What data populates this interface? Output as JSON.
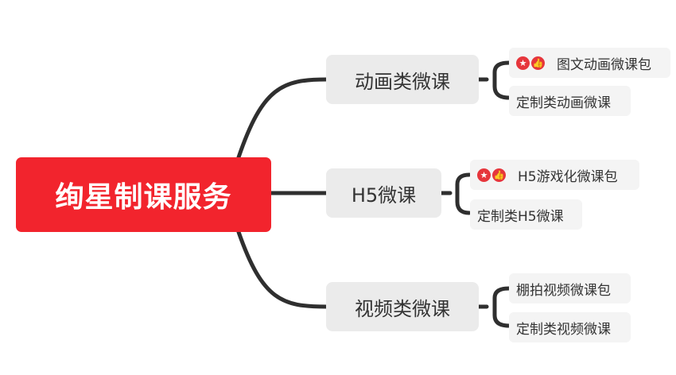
{
  "root": {
    "label": "绚星制课服务"
  },
  "branches": [
    {
      "label": "动画类微课",
      "leaves": [
        {
          "label": "图文动画微课包",
          "badges": [
            "star-icon",
            "thumbs-up-icon"
          ]
        },
        {
          "label": "定制类动画微课",
          "badges": []
        }
      ]
    },
    {
      "label": "H5微课",
      "leaves": [
        {
          "label": "H5游戏化微课包",
          "badges": [
            "star-icon",
            "thumbs-up-icon"
          ]
        },
        {
          "label": "定制类H5微课",
          "badges": []
        }
      ]
    },
    {
      "label": "视频类微课",
      "leaves": [
        {
          "label": "棚拍视频微课包",
          "badges": []
        },
        {
          "label": "定制类视频微课",
          "badges": []
        }
      ]
    }
  ],
  "colors": {
    "root_fill": "#f2242d",
    "branch_fill": "#ebebeb",
    "leaf_fill": "#f4f4f4",
    "connector": "#2f2f2f",
    "badge": "#e6363c"
  }
}
